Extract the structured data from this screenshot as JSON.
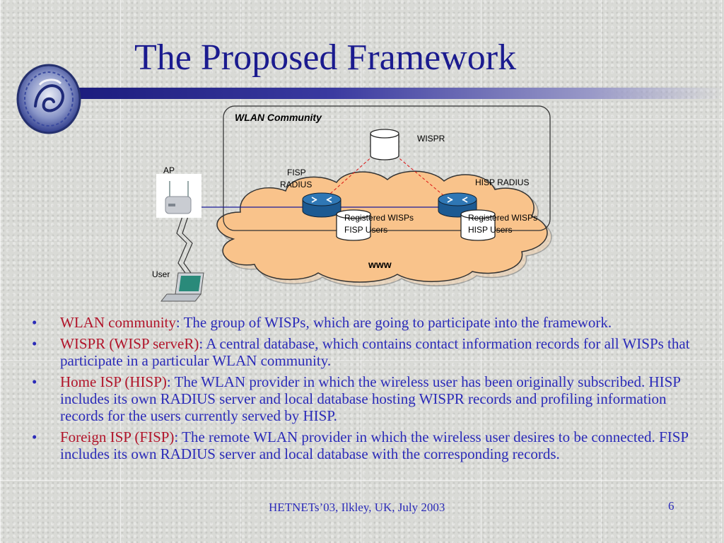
{
  "slide": {
    "title": "The Proposed Framework",
    "page_number": "6",
    "footer": "HETNETs’03, Ilkley, UK, July 2003"
  },
  "diagram": {
    "community_title": "WLAN Community",
    "wispr_label": "WISPR",
    "ap_label": "AP",
    "fisp_radius_label_line1": "FISP",
    "fisp_radius_label_line2": "RADIUS",
    "hisp_radius_label": "HISP RADIUS",
    "fisp_db_line1": "Registered WISPs",
    "fisp_db_line2": "FISP Users",
    "hisp_db_line1": "Registered WISPs",
    "hisp_db_line2": "HISP Users",
    "user_label": "User",
    "cloud_label": "www"
  },
  "bullets": [
    {
      "term": "WLAN community",
      "text": ": The group of WISPs, which are going to participate into the framework."
    },
    {
      "term": "WISPR (WISP serveR)",
      "text": ": A central database, which contains contact information records for all WISPs that participate in a particular WLAN community."
    },
    {
      "term": "Home ISP (HISP)",
      "text": ": The WLAN provider in which the wireless user has been originally subscribed. HISP includes its own RADIUS server and local database hosting WISPR records and profiling information records for the users currently served by HISP."
    },
    {
      "term": "Foreign ISP (FISP)",
      "text": ": The remote WLAN provider in which the wireless user desires to be connected. FISP includes its own RADIUS server and local database with the corresponding records."
    }
  ],
  "colors": {
    "title": "#1b1b8f",
    "bullet_text": "#2b2bb8",
    "bullet_term": "#b1142a",
    "cloud_fill": "#f9c38b",
    "router_fill": "#2f77b5"
  },
  "icons": [
    "university-logo-icon",
    "access-point-icon",
    "router-icon",
    "database-icon",
    "laptop-icon",
    "cloud-icon"
  ]
}
